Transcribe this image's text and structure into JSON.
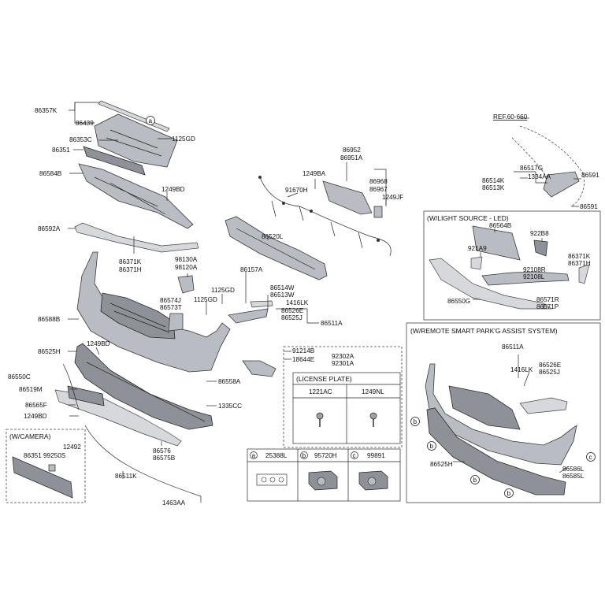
{
  "labels": {
    "l86357K": "86357K",
    "l86439": "86439",
    "l86353C": "86353C",
    "l86351": "86351",
    "l86584B": "86584B",
    "l1125GD_a": "1125GD",
    "l1249BD_a": "1249BD",
    "l86592A": "86592A",
    "l86371K": "86371K",
    "l86371H": "86371H",
    "l98130A": "98130A",
    "l98120A": "98120A",
    "l86574J": "86574J",
    "l86573T": "86573T",
    "l86588B": "86588B",
    "l1125GD_b": "1125GD",
    "l1125GD_c": "1125GD",
    "l86525H": "86525H",
    "l1249BD_b": "1249BD",
    "l86550C": "86550C",
    "l86519M": "86519M",
    "l86565F": "86565F",
    "l1249BD_c": "1249BD",
    "l86576": "86576",
    "l86575B": "86575B",
    "l86511K": "86511K",
    "l1463AA": "1463AA",
    "l86952": "86952",
    "l86951A": "86951A",
    "l1249BA": "1249BA",
    "l91670H": "91670H",
    "l86968": "86968",
    "l86967": "86967",
    "l1249JF": "1249JF",
    "l86520L": "86520L",
    "l86157A": "86157A",
    "l86514W": "86514W",
    "l86513W": "86513W",
    "l1416LK_a": "1416LK",
    "l86526E_a": "86526E",
    "l86525J_a": "86525J",
    "l86511A_a": "86511A",
    "l91214B": "91214B",
    "l18644E": "18644E",
    "l92302A": "92302A",
    "l92301A": "92301A",
    "l86558A": "86558A",
    "l1335CC": "1335CC",
    "lREF": "REF.60-660",
    "l86517G": "86517G",
    "l1334AA": "1334AA",
    "l86514K": "86514K",
    "l86513K": "86513K",
    "l86591_a": "86591",
    "l86591_b": "86591",
    "l86564B": "86564B",
    "l922B8": "922B8",
    "l921A9": "921A9",
    "l86371K_r": "86371K",
    "l86371H_r": "86371H",
    "l92108R": "92108R",
    "l92108L": "92108L",
    "l86550G": "86550G",
    "l86571R": "86571R",
    "l86571P": "86571P",
    "l86511A_b": "86511A",
    "l1416LK_b": "1416LK",
    "l86526E_b": "86526E",
    "l86525J_b": "86525J",
    "l86525H_r": "86525H",
    "l86586L": "86586L",
    "l86585L": "86585L",
    "l86351_c": "86351",
    "l99250S": "99250S",
    "l12492": "12492",
    "callout_a1": "a",
    "callout_b1": "b",
    "callout_b2": "b",
    "callout_b3": "b",
    "callout_b4": "b",
    "callout_c1": "c"
  },
  "boxes": {
    "led_title": "(W/LIGHT SOURCE - LED)",
    "spas_title": "(W/REMOTE SMART PARK'G ASSIST SYSTEM)",
    "license_title": "(LICENSE PLATE)",
    "license_col1": "1221AC",
    "license_col2": "1249NL",
    "camera_title": "(W/CAMERA)",
    "legend_a_letter": "a",
    "legend_a_part": "25388L",
    "legend_b_letter": "b",
    "legend_b_part": "95720H",
    "legend_c_letter": "c",
    "legend_c_part": "99891"
  },
  "colors": {
    "part_fill": "#b9bcc2",
    "part_dark": "#8e9298",
    "line": "#222222"
  }
}
